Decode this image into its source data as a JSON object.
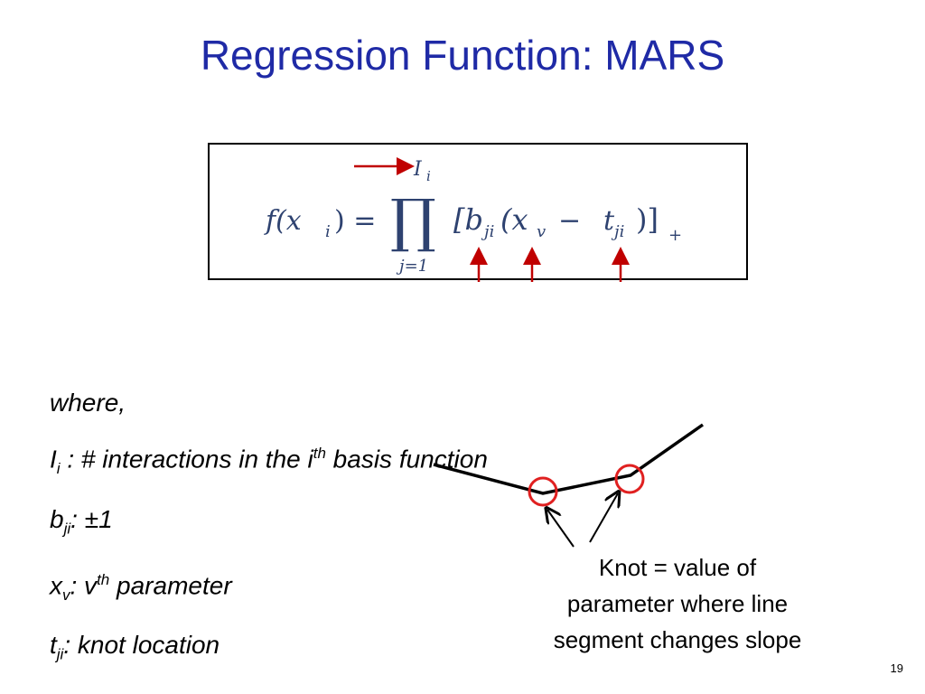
{
  "slide": {
    "title": "Regression Function: MARS",
    "number": "19"
  },
  "formula": {
    "lhs": "f(x",
    "lhs_sub": "i",
    "lhs_close": ") =",
    "product_symbol": "∏",
    "upper_limit": "I",
    "upper_limit_sub": "i",
    "lower_limit": "j=1",
    "body_open": "[b",
    "b_sub": "ji",
    "paren_open": "(x",
    "x_sub": "v",
    "minus": "−",
    "t": "t",
    "t_sub": "ji",
    "body_close": ")]",
    "plus_sub": "+"
  },
  "definitions": {
    "where": "where,",
    "I": {
      "symbol": "I",
      "sub": "i",
      "text_before_sup": " : # interactions in the i",
      "sup": "th",
      "text_after": " basis function"
    },
    "b": {
      "symbol": "b",
      "sub": "ji",
      "text": ": ±1"
    },
    "x": {
      "symbol": "x",
      "sub": "v",
      "text_before_sup": ": v",
      "sup": "th",
      "text_after": " parameter"
    },
    "t": {
      "symbol": "t",
      "sub": "ji",
      "text": ": knot location"
    }
  },
  "knot_caption": {
    "line1": "Knot = value of",
    "line2": "parameter where line",
    "line3": "segment changes slope"
  },
  "colors": {
    "title": "#1f2aa6",
    "arrow": "#c00000",
    "circle": "#e02020",
    "math": "#2e4270"
  }
}
